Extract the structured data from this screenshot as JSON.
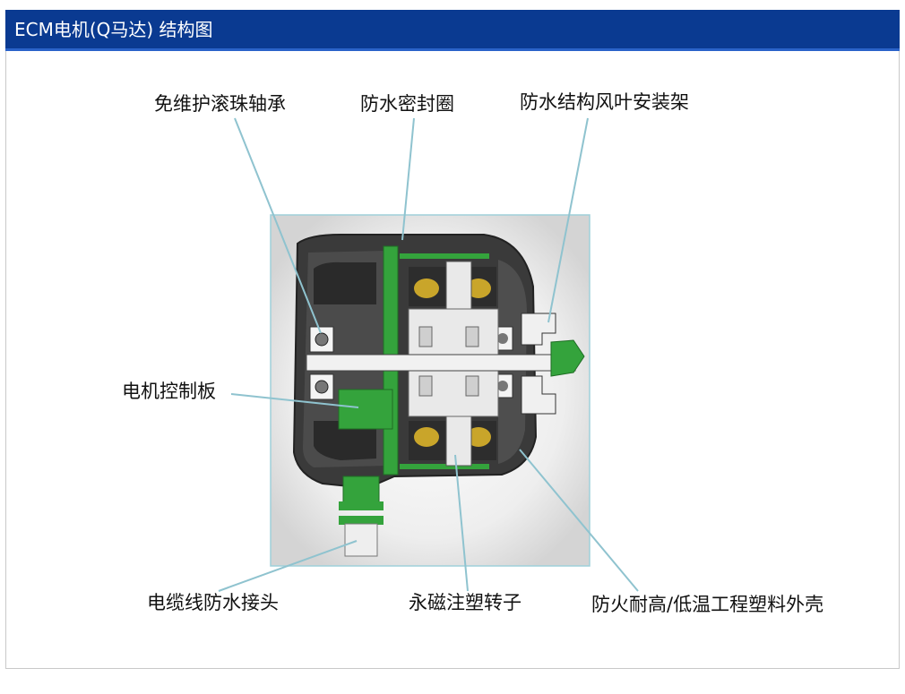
{
  "header": {
    "title": "ECM电机(Q马达) 结构图",
    "bg_color": "#0a3a91"
  },
  "diagram": {
    "labels": {
      "bearing": "免维护滚珠轴承",
      "seal_ring": "防水密封圈",
      "fan_mount": "防水结构风叶安装架",
      "control_board": "电机控制板",
      "cable_connector": "电缆线防水接头",
      "rotor": "永磁注塑转子",
      "housing": "防火耐高/低温工程塑料外壳"
    },
    "colors": {
      "leader_line": "#8fc3cf",
      "green_parts": "#34a33c",
      "housing_dark": "#3a3a3a",
      "metal": "#e9e9e9",
      "winding": "#c9a52a"
    }
  }
}
